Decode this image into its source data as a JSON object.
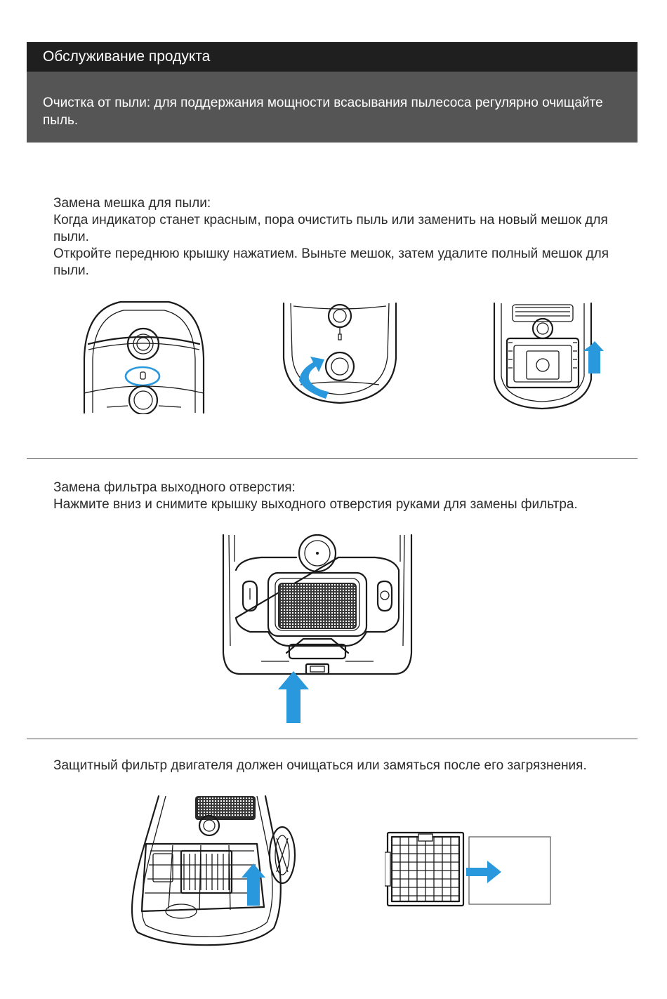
{
  "header": {
    "title": "Обслуживание продукта",
    "subtitle": "Очистка от пыли: для поддержания мощности всасывания пылесоса регулярно очищайте пыль."
  },
  "sections": {
    "dust_bag": {
      "lines": [
        "Замена мешка для пыли:",
        "Когда индикатор станет красным, пора очистить пыль или заменить на новый мешок для пыли.",
        "Откройте переднюю крышку нажатием. Выньте мешок, затем удалите полный мешок для пыли."
      ]
    },
    "outlet_filter": {
      "lines": [
        "Замена фильтра выходного отверстия:",
        "Нажмите вниз и снимите крышку выходного отверстия руками для замены фильтра."
      ]
    },
    "motor_filter": {
      "lines": [
        "Защитный фильтр двигателя должен очищаться или замяться после его загрязнения."
      ]
    }
  },
  "colors": {
    "header_dark": "#1f1f1f",
    "header_grey": "#555555",
    "arrow_blue": "#2a98dc"
  }
}
